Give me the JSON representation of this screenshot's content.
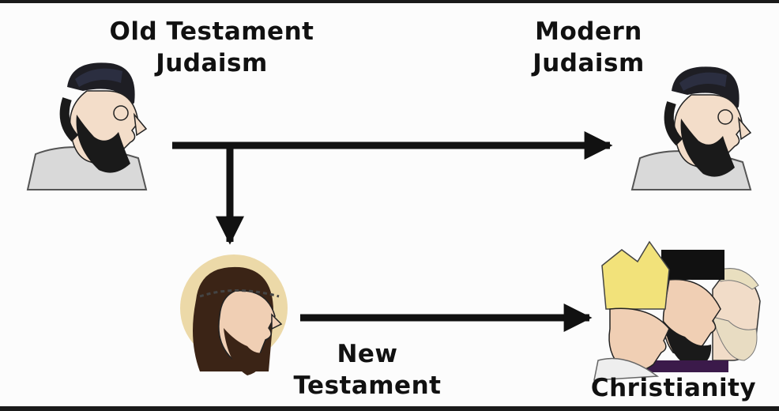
{
  "nodes": {
    "old_testament": "Old Testament\nJudaism",
    "modern_judaism": "Modern\nJudaism",
    "new_testament": "New\nTestament",
    "christianity": "Christianity"
  },
  "colors": {
    "background": "#fcfcfc",
    "arrow": "#111111",
    "frame": "#1a1a1a",
    "halo": "#ecd9a8",
    "mitre": "#f2e27a"
  },
  "icons": {
    "old_testament": "rabbi-with-kippah-icon",
    "modern_judaism": "rabbi-with-kippah-icon",
    "new_testament": "jesus-with-halo-icon",
    "christianity": "pope-orthodox-priest-protestant-icon"
  }
}
